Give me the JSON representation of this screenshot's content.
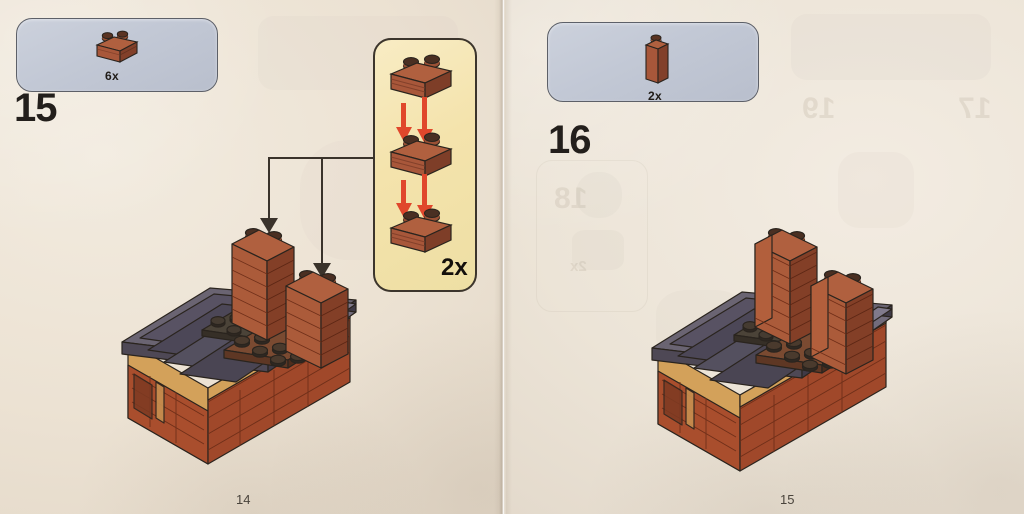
{
  "document": {
    "type": "lego-instruction-booklet",
    "spread": "two-page",
    "paper_color": "#ece2d3"
  },
  "left_page": {
    "step_number": "15",
    "page_number": "14",
    "parts_box": {
      "background_color": "#c2c8d5",
      "border_color": "#5d6068",
      "parts": [
        {
          "name": "brick-1x2",
          "count_label": "6x",
          "color": "#a8573a"
        }
      ]
    },
    "callout": {
      "background_color": "#f4e3ac",
      "border_color": "#3c352c",
      "repeat_label": "2x",
      "sub_steps": 3,
      "arrow_color": "#e0472c",
      "piece": "brick-1x2"
    },
    "leader_arrows": 2,
    "model": {
      "name": "frank-lloyd-wright-style-house",
      "chimneys": 2,
      "roof_color": "#4a4450",
      "wall_color": "#b0522f",
      "trim_color": "#d3a15a"
    }
  },
  "right_page": {
    "step_number": "16",
    "page_number": "15",
    "parts_box": {
      "background_color": "#c2c8d5",
      "border_color": "#5d6068",
      "parts": [
        {
          "name": "brick-1x1x3",
          "count_label": "2x",
          "color": "#a8573a"
        }
      ]
    },
    "model": {
      "name": "frank-lloyd-wright-style-house",
      "chimneys": 2,
      "roof_color": "#4a4450",
      "wall_color": "#b0522f",
      "trim_color": "#d3a15a"
    },
    "bleed_through": {
      "step_numbers": [
        "19",
        "17",
        "18"
      ],
      "count_label": "2x"
    }
  },
  "colors": {
    "brick_red": "#a8573a",
    "brick_red_dark": "#81402a",
    "brick_red_light": "#c06c48",
    "stud_top": "#4a2f22",
    "roof_dark": "#4a4450",
    "roof_mid": "#5d5764",
    "roof_light": "#767083",
    "tan": "#d3a15a",
    "outline": "#2a241e",
    "arrow_red": "#e0472c",
    "ink": "#231f1c"
  }
}
